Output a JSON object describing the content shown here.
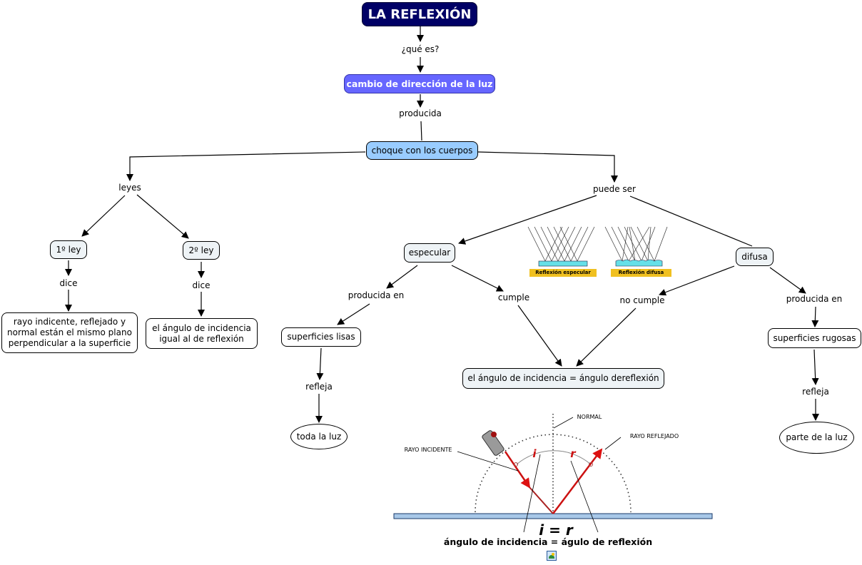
{
  "title": "LA REFLEXIÓN",
  "nodes": {
    "main_concept": "cambio de dirección de la luz",
    "collision": "choque con los cuerpos",
    "law1": "1º ley",
    "law2": "2º ley",
    "law1_text": [
      "rayo indicente, reflejado y",
      "normal están el mismo plano",
      "perpendicular a la superficie"
    ],
    "law2_text": [
      "el ángulo de incidencia",
      "igual al de reflexión"
    ],
    "specular": "especular",
    "diffuse": "difusa",
    "smooth_surfaces": "superficies lisas",
    "rough_surfaces": "superficies rugosas",
    "angle_rule": "el ángulo de incidencia = ángulo dereflexión",
    "all_light": "toda la luz",
    "part_light": "parte de la luz"
  },
  "link_labels": {
    "what_is": "¿qué es?",
    "produced": "producida",
    "laws": "leyes",
    "can_be": "puede ser",
    "says1": "dice",
    "says2": "dice",
    "produced_in_1": "producida en",
    "complies": "cumple",
    "not_complies": "no cumple",
    "produced_in_2": "producida en",
    "reflects1": "refleja",
    "reflects2": "refleja"
  },
  "reflection_types_image": {
    "specular_caption": "Reflexión especular",
    "diffuse_caption": "Reflexión difusa"
  },
  "law_diagram": {
    "normal": "NORMAL",
    "incident_ray": "RAYO INCIDENTE",
    "reflected_ray": "RAYO REFLEJADO",
    "i": "i",
    "r": "r",
    "equation": "i = r",
    "caption": "ángulo de incidencia = águlo de reflexión"
  },
  "colors": {
    "title_bg": "#000066",
    "primary_bg": "#6666ff",
    "secondary_bg": "#99ccff",
    "light_bg": "#eef3f6",
    "ray": "#cc1111",
    "surface": "#a8c8e8"
  }
}
